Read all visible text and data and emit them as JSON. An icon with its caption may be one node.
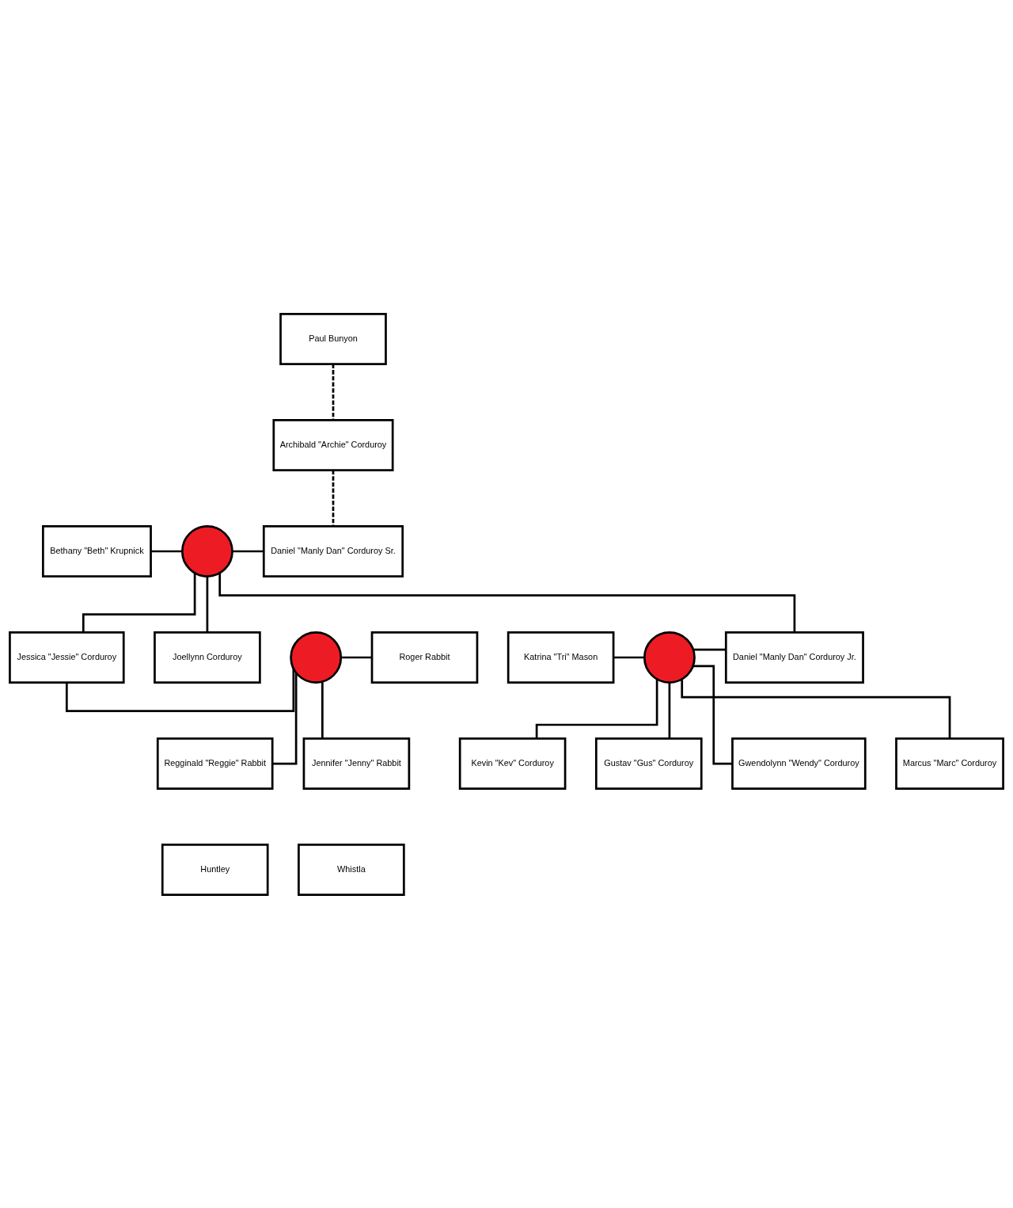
{
  "diagram": {
    "nodes": [
      {
        "text": [
          "Paul Bunyon"
        ]
      },
      {
        "text": [
          "Archibald \"Archie\" Corduroy"
        ]
      },
      {
        "text": [
          "Bethany \"Beth\" Krupnick"
        ]
      },
      {
        "text": [],
        "shape": "heart"
      },
      {
        "text": [
          "Daniel \"Manly Dan\" Corduroy Sr."
        ]
      },
      {
        "text": [
          "Katrina \"Tri\" Mason"
        ]
      },
      {
        "text": [],
        "shape": "heart"
      },
      {
        "text": [
          "Daniel \"Manly Dan\" Corduroy Jr."
        ]
      },
      {
        "text": [
          "Joellynn Corduroy"
        ]
      },
      {
        "text": [
          "Jessica \"Jessie\" Corduroy"
        ]
      },
      {
        "text": [],
        "shape": "heart"
      },
      {
        "text": [
          "Roger Rabbit"
        ]
      },
      {
        "text": [
          "Gwendolynn \"Wendy\" Corduroy"
        ]
      },
      {
        "text": [
          "Marcus \"Marc\" Corduroy"
        ]
      },
      {
        "text": [
          "Kevin \"Kev\" Corduroy"
        ]
      },
      {
        "text": [
          "Gustav \"Gus\" Corduroy"
        ]
      },
      {
        "text": [
          "Regginald \"Reggie\" Rabbit"
        ]
      },
      {
        "text": [
          "Jennifer \"Jenny\" Rabbit"
        ]
      },
      {
        "text": [
          "Huntley"
        ]
      },
      {
        "text": [
          "Whistla"
        ]
      }
    ],
    "edges": [
      {
        "from": 0,
        "to": 1,
        "arrow": "none",
        "style": "dashed"
      },
      {
        "from": 1,
        "to": 4,
        "arrow": "none",
        "style": "dashed"
      },
      {
        "from": 2,
        "to": 3,
        "arrow": "none"
      },
      {
        "from": 3,
        "to": 4,
        "arrow": "none"
      },
      {
        "from": 3,
        "to": 7,
        "arrow": "none"
      },
      {
        "from": 3,
        "to": 8,
        "arrow": "none"
      },
      {
        "from": 3,
        "to": 9,
        "arrow": "none"
      },
      {
        "from": 5,
        "to": 6,
        "arrow": "none"
      },
      {
        "from": 6,
        "to": 7,
        "arrow": "none"
      },
      {
        "from": 9,
        "to": 10,
        "arrow": "none"
      },
      {
        "from": 10,
        "to": 11,
        "arrow": "none"
      },
      {
        "from": 6,
        "to": 12,
        "arrow": "none"
      },
      {
        "from": 6,
        "to": 13,
        "arrow": "none"
      },
      {
        "from": 6,
        "to": 14,
        "arrow": "none"
      },
      {
        "from": 6,
        "to": 15,
        "arrow": "none"
      },
      {
        "from": 10,
        "to": 16,
        "arrow": "none"
      },
      {
        "from": 10,
        "to": 17,
        "arrow": "none"
      }
    ]
  }
}
